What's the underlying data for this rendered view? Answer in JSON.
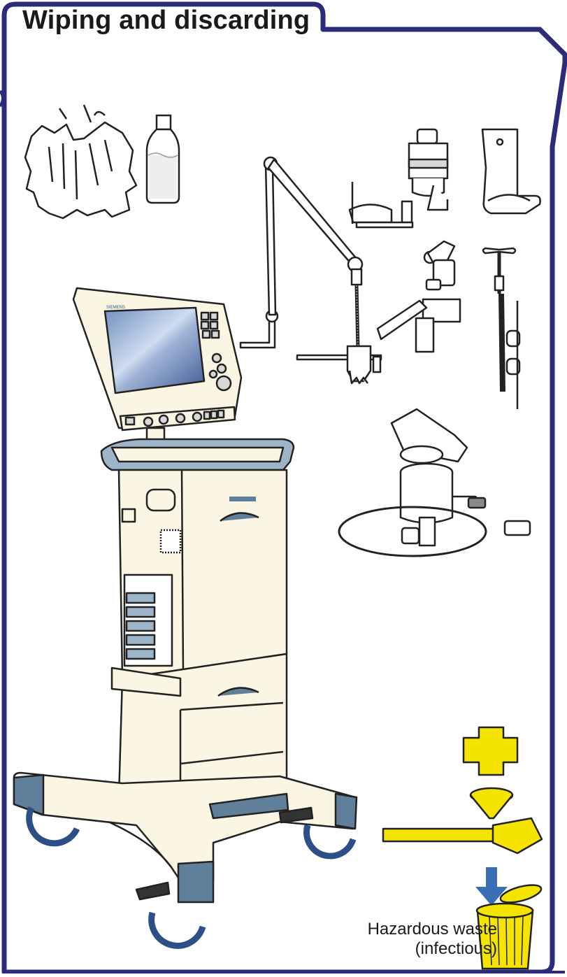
{
  "page": {
    "title": "Wiping and discarding",
    "device_brand": "SIEMENS"
  },
  "waste_bin": {
    "line1": "Hazardous waste",
    "line2": "(infectious)"
  },
  "colors": {
    "frame": "#2b2b7a",
    "hazard_yellow": "#f5e400",
    "device_cream": "#fbf6e3",
    "device_blue": "#5f7f9a",
    "arrow_blue": "#3b6fb5"
  },
  "icons": [
    "gloves-icon",
    "cleaning-bottle-icon",
    "waste-bin-icon",
    "discard-arrow-icon"
  ]
}
